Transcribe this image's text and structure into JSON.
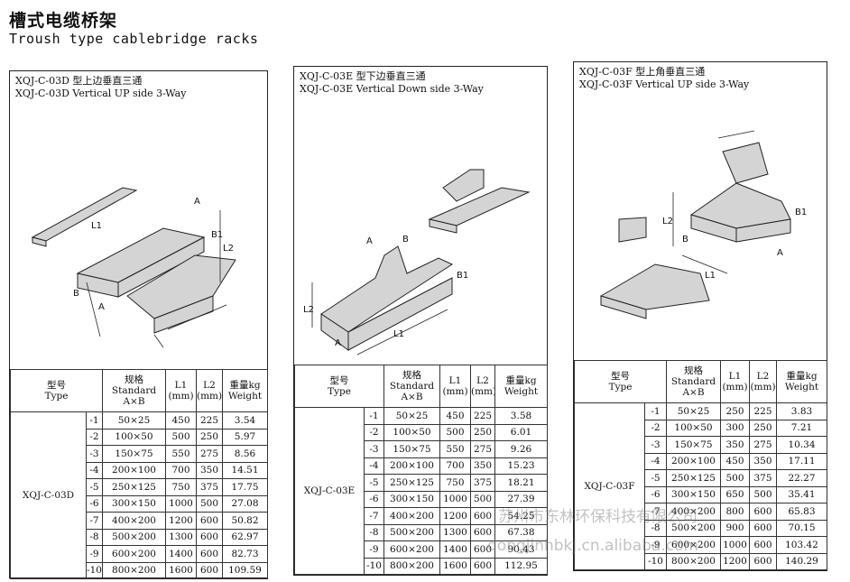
{
  "header": {
    "title_cn": "槽式电缆桥架",
    "title_en": "Troush type cablebridge racks"
  },
  "columns": {
    "type_cn": "型号",
    "type_en": "Type",
    "spec_cn": "规格",
    "spec_en": "Standard",
    "spec_dim": "A×B",
    "l1": "L1",
    "l2": "L2",
    "unit": "(mm)",
    "weight_cn": "重量kg",
    "weight_en": "Weight"
  },
  "diagram_labels": {
    "A": "A",
    "B": "B",
    "B1": "B1",
    "L1": "L1",
    "L2": "L2"
  },
  "panels": [
    {
      "title_cn": "XQJ-C-03D 型上边垂直三通",
      "title_en": "XQJ-C-03D Vertical UP side 3-Way",
      "model": "XQJ-C-03D",
      "rows": [
        {
          "suffix": "-1",
          "spec": "50×25",
          "l1": "450",
          "l2": "225",
          "weight": "3.54"
        },
        {
          "suffix": "-2",
          "spec": "100×50",
          "l1": "500",
          "l2": "250",
          "weight": "5.97"
        },
        {
          "suffix": "-3",
          "spec": "150×75",
          "l1": "550",
          "l2": "275",
          "weight": "8.56"
        },
        {
          "suffix": "-4",
          "spec": "200×100",
          "l1": "700",
          "l2": "350",
          "weight": "14.51"
        },
        {
          "suffix": "-5",
          "spec": "250×125",
          "l1": "750",
          "l2": "375",
          "weight": "17.75"
        },
        {
          "suffix": "-6",
          "spec": "300×150",
          "l1": "1000",
          "l2": "500",
          "weight": "27.08"
        },
        {
          "suffix": "-7",
          "spec": "400×200",
          "l1": "1200",
          "l2": "600",
          "weight": "50.82"
        },
        {
          "suffix": "-8",
          "spec": "500×200",
          "l1": "1300",
          "l2": "600",
          "weight": "62.97"
        },
        {
          "suffix": "-9",
          "spec": "600×200",
          "l1": "1400",
          "l2": "600",
          "weight": "82.73"
        },
        {
          "suffix": "-10",
          "spec": "800×200",
          "l1": "1600",
          "l2": "600",
          "weight": "109.59"
        }
      ]
    },
    {
      "title_cn": "XQJ-C-03E 型下边垂直三通",
      "title_en": "XQJ-C-03E Vertical Down side 3-Way",
      "model": "XQJ-C-03E",
      "rows": [
        {
          "suffix": "-1",
          "spec": "50×25",
          "l1": "450",
          "l2": "225",
          "weight": "3.58"
        },
        {
          "suffix": "-2",
          "spec": "100×50",
          "l1": "500",
          "l2": "250",
          "weight": "6.01"
        },
        {
          "suffix": "-3",
          "spec": "150×75",
          "l1": "550",
          "l2": "275",
          "weight": "9.26"
        },
        {
          "suffix": "-4",
          "spec": "200×100",
          "l1": "700",
          "l2": "350",
          "weight": "15.23"
        },
        {
          "suffix": "-5",
          "spec": "250×125",
          "l1": "750",
          "l2": "375",
          "weight": "18.21"
        },
        {
          "suffix": "-6",
          "spec": "300×150",
          "l1": "1000",
          "l2": "500",
          "weight": "27.39"
        },
        {
          "suffix": "-7",
          "spec": "400×200",
          "l1": "1200",
          "l2": "600",
          "weight": "54.25"
        },
        {
          "suffix": "-8",
          "spec": "500×200",
          "l1": "1300",
          "l2": "600",
          "weight": "67.38"
        },
        {
          "suffix": "-9",
          "spec": "600×200",
          "l1": "1400",
          "l2": "600",
          "weight": "90.43"
        },
        {
          "suffix": "-10",
          "spec": "800×200",
          "l1": "1600",
          "l2": "600",
          "weight": "112.95"
        }
      ]
    },
    {
      "title_cn": "XQJ-C-03F 型上角垂直三通",
      "title_en": "XQJ-C-03F Vertical UP side 3-Way",
      "model": "XQJ-C-03F",
      "rows": [
        {
          "suffix": "-1",
          "spec": "50×25",
          "l1": "250",
          "l2": "225",
          "weight": "3.83"
        },
        {
          "suffix": "-2",
          "spec": "100×50",
          "l1": "300",
          "l2": "250",
          "weight": "7.21"
        },
        {
          "suffix": "-3",
          "spec": "150×75",
          "l1": "350",
          "l2": "275",
          "weight": "10.34"
        },
        {
          "suffix": "-4",
          "spec": "200×100",
          "l1": "450",
          "l2": "350",
          "weight": "17.11"
        },
        {
          "suffix": "-5",
          "spec": "250×125",
          "l1": "500",
          "l2": "375",
          "weight": "22.27"
        },
        {
          "suffix": "-6",
          "spec": "300×150",
          "l1": "650",
          "l2": "500",
          "weight": "35.41"
        },
        {
          "suffix": "-7",
          "spec": "400×200",
          "l1": "800",
          "l2": "600",
          "weight": "65.83"
        },
        {
          "suffix": "-8",
          "spec": "500×200",
          "l1": "900",
          "l2": "600",
          "weight": "70.15"
        },
        {
          "suffix": "-9",
          "spec": "600×200",
          "l1": "1000",
          "l2": "600",
          "weight": "103.42"
        },
        {
          "suffix": "-10",
          "spec": "800×200",
          "l1": "1200",
          "l2": "600",
          "weight": "140.29"
        }
      ]
    }
  ],
  "watermark": {
    "cn": "苏州市东林环保科技有限公司",
    "url": "dongjinhbkj.cn.alibaba.com"
  }
}
